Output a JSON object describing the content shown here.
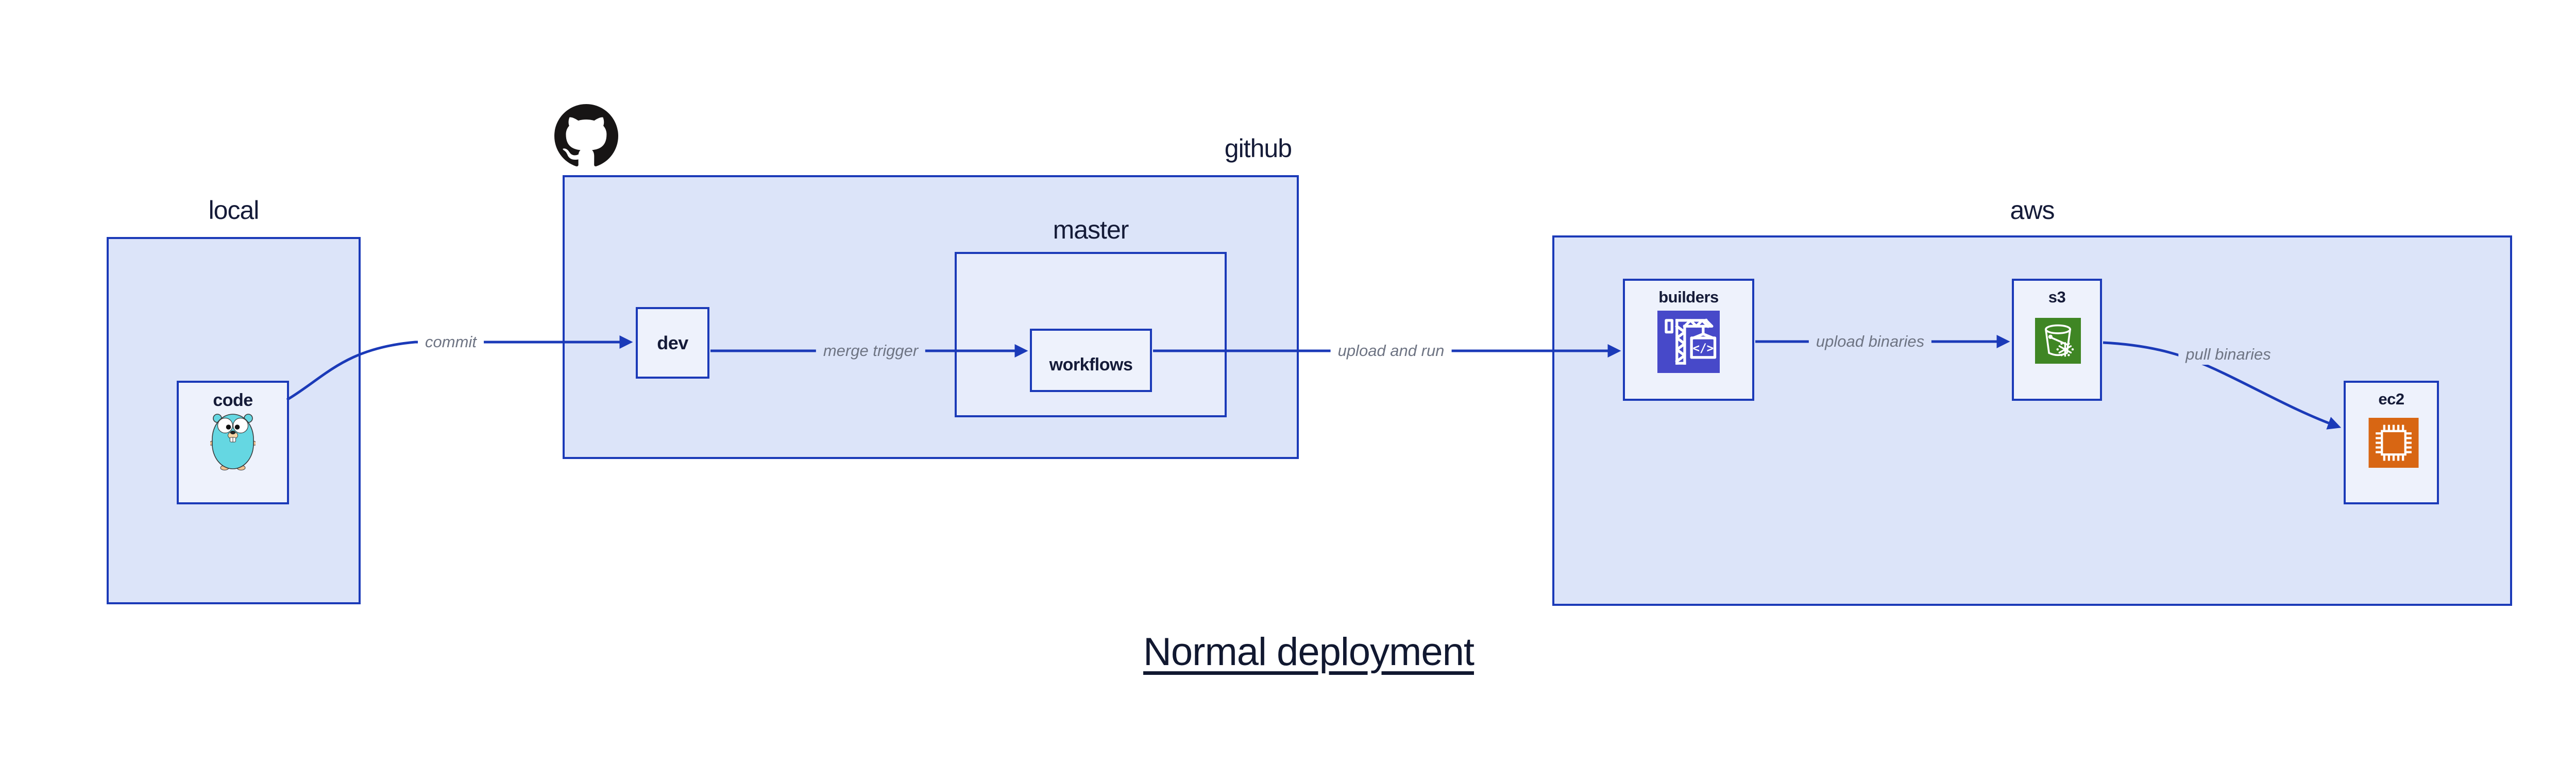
{
  "title": {
    "text": "Normal deployment"
  },
  "groups": {
    "local": {
      "label": "local"
    },
    "github": {
      "label": "github"
    },
    "master": {
      "label": "master"
    },
    "aws": {
      "label": "aws"
    }
  },
  "nodes": {
    "code": {
      "label": "code",
      "icon": "go-gopher-icon"
    },
    "dev": {
      "label": "dev"
    },
    "workflows": {
      "label": "workflows"
    },
    "builders": {
      "label": "builders",
      "icon": "aws-codebuild-icon"
    },
    "s3": {
      "label": "s3",
      "icon": "aws-s3-icon"
    },
    "ec2": {
      "label": "ec2",
      "icon": "aws-ec2-icon"
    }
  },
  "edges": [
    {
      "from": "code",
      "to": "dev",
      "label": "commit"
    },
    {
      "from": "dev",
      "to": "workflows",
      "label": "merge trigger"
    },
    {
      "from": "workflows",
      "to": "builders",
      "label": "upload and run"
    },
    {
      "from": "builders",
      "to": "s3",
      "label": "upload binaries"
    },
    {
      "from": "s3",
      "to": "ec2",
      "label": "pull binaries"
    }
  ],
  "icons": {
    "github_mark": "github-octocat-icon",
    "codebuild_glyph": "</>"
  },
  "colors": {
    "edge_blue": "#1B3AB8",
    "group_fill": "#DCE4F9",
    "master_fill": "#E7ECFB",
    "node_fill": "#EEF2FC",
    "text_dark": "#151B38",
    "title_color": "#111830",
    "label_gray": "#6E7483",
    "codebuild_purple": "#4749C9",
    "s3_green": "#3F8624",
    "ec2_orange": "#D86613",
    "github_black": "#171515",
    "gopher_teal": "#65D7E2",
    "gopher_tan": "#F2C18F"
  }
}
